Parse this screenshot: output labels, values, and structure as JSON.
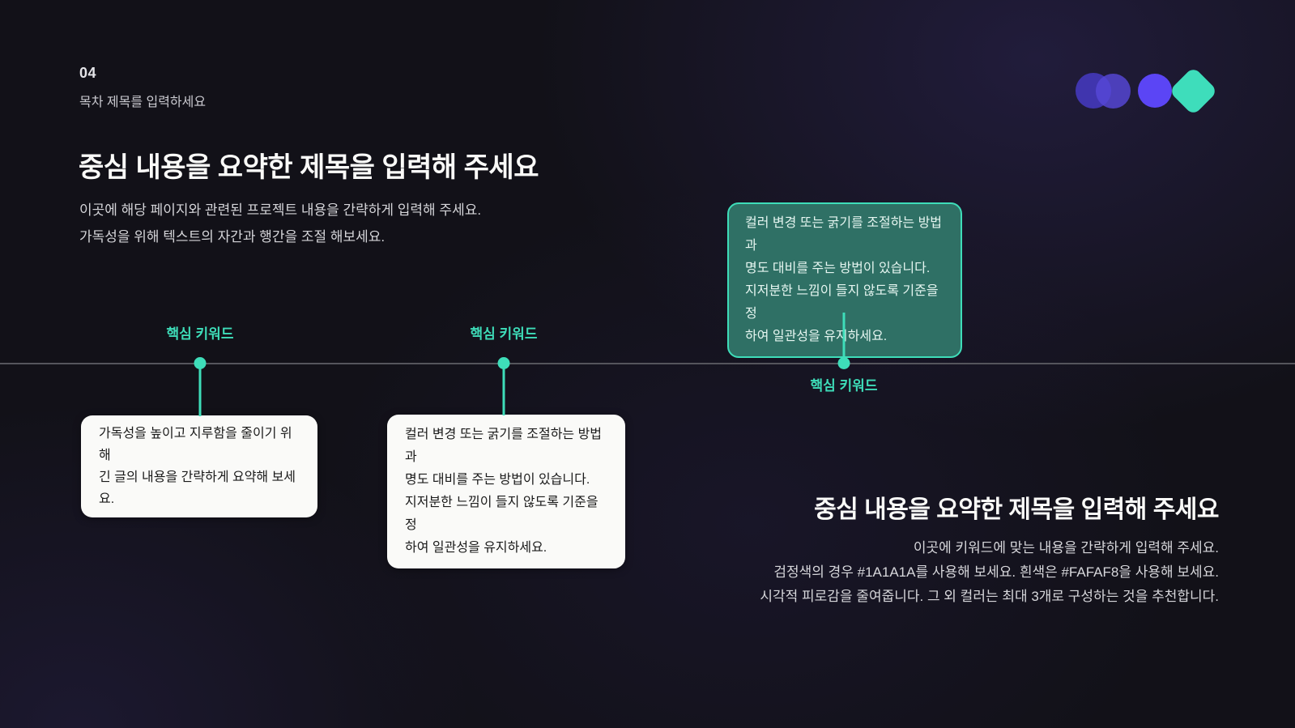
{
  "header": {
    "page_number": "04",
    "toc_title": "목차 제목를 입력하세요"
  },
  "intro": {
    "title": "중심 내용을 요약한 제목을 입력해 주세요",
    "description": "이곳에 해당 페이지와 관련된 프로젝트 내용을 간략하게 입력해 주세요.\n가독성을 위해 텍스트의 자간과 행간을 조절 해보세요."
  },
  "decorations": {
    "circle1_color": "#4639bf",
    "circle2_color": "#5748d8",
    "circle3_color": "#5b45f5",
    "diamond_color": "#3eddbb"
  },
  "timeline": {
    "accent_color": "#3eddb9",
    "line_color": "#55555c",
    "keywords": [
      {
        "label": "핵심 키워드",
        "note": "가독성을 높이고 지루함을 줄이기 위해\n긴 글의 내용을 간략하게 요약해 보세요.",
        "note_style": "light"
      },
      {
        "label": "핵심 키워드",
        "note": "컬러 변경 또는 굵기를 조절하는 방법과\n명도 대비를 주는 방법이 있습니다.\n지저분한 느낌이 들지 않도록 기준을 정\n하여 일관성을 유지하세요.",
        "note_style": "light"
      },
      {
        "label": "핵심 키워드",
        "note": "컬러 변경 또는 굵기를 조절하는 방법과\n명도 대비를 주는 방법이 있습니다.\n지저분한 느낌이 들지 않도록 기준을 정\n하여 일관성을 유지하세요.",
        "note_style": "teal"
      }
    ]
  },
  "detail": {
    "title": "중심 내용을 요약한 제목을 입력해 주세요",
    "description": "이곳에 키워드에 맞는 내용을 간략하게 입력해 주세요.\n검정색의 경우 #1A1A1A를 사용해 보세요. 흰색은 #FAFAF8을 사용해 보세요.\n시각적 피로감을 줄여줍니다. 그 외 컬러는 최대 3개로 구성하는 것을 추천합니다."
  },
  "colors": {
    "background": "#121118",
    "card_light_bg": "#fafaf8",
    "card_light_text": "#1a1a1a",
    "card_teal_bg": "#2f7065",
    "accent_teal": "#3eddb9",
    "title_text": "#fafaf8"
  }
}
